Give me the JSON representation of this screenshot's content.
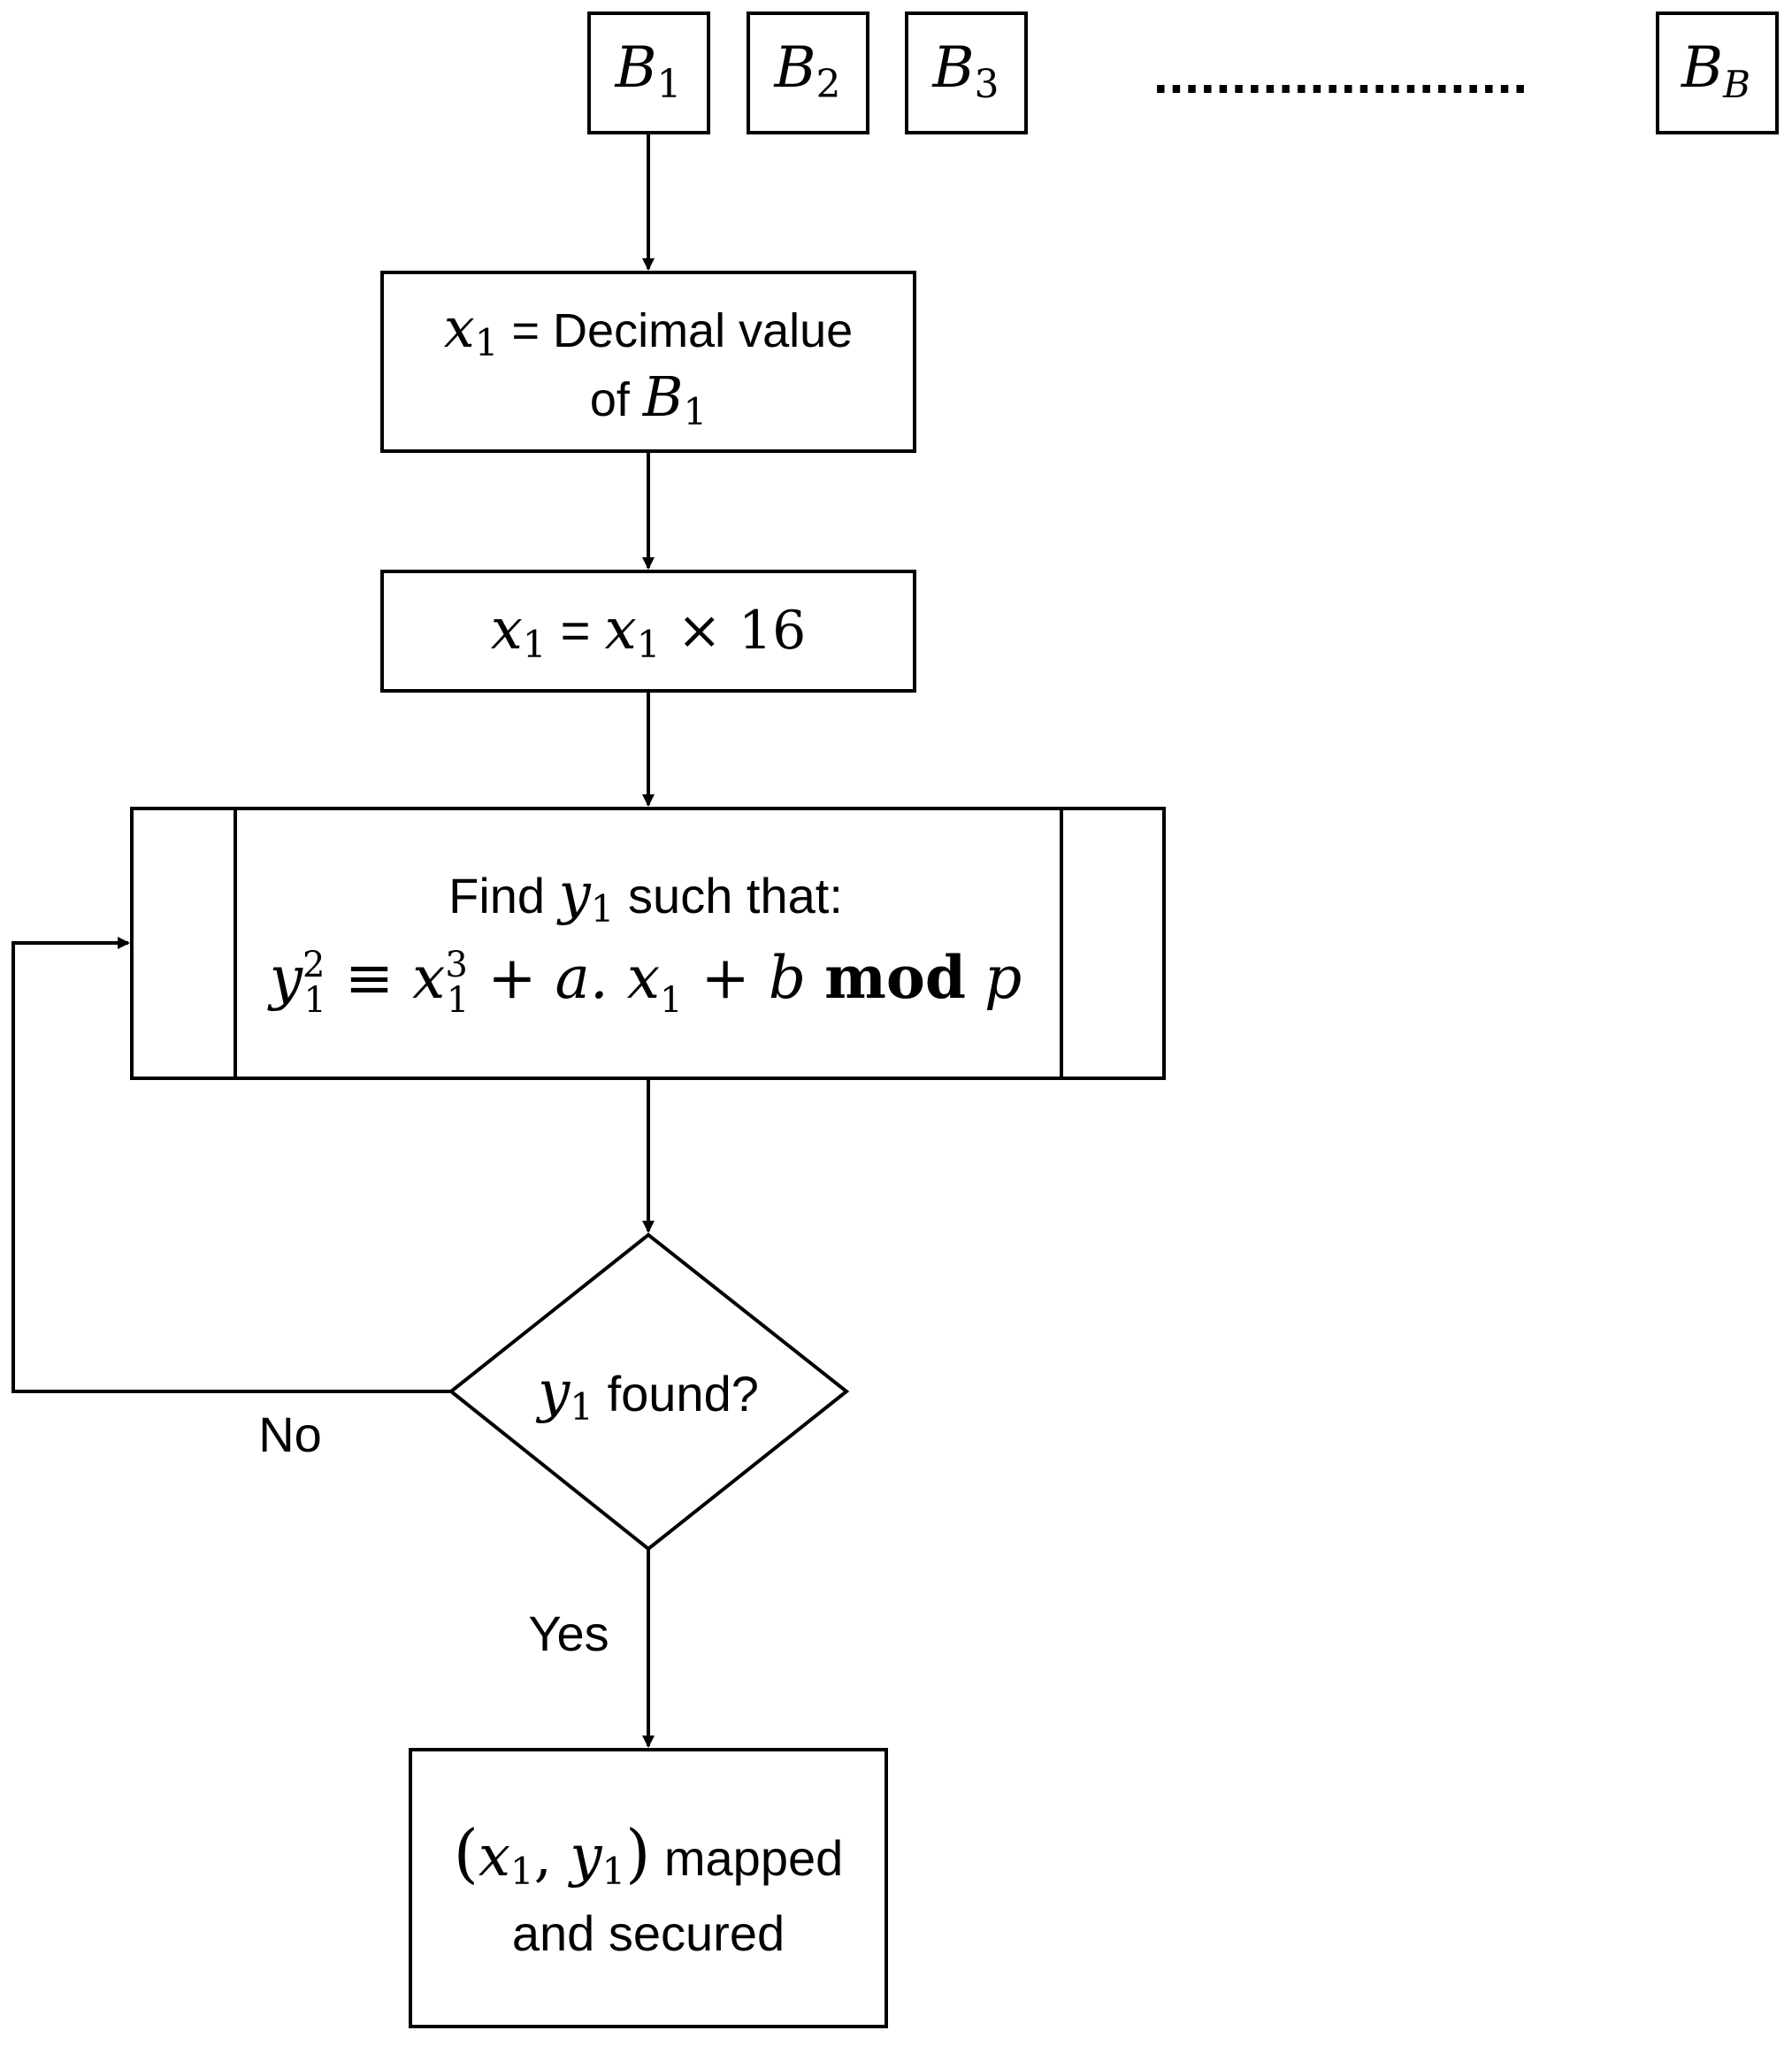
{
  "blocks": {
    "b1": {
      "base": "B",
      "sub": "1"
    },
    "b2": {
      "base": "B",
      "sub": "2"
    },
    "b3": {
      "base": "B",
      "sub": "3"
    },
    "ellipsis": "........................",
    "bb": {
      "base": "B",
      "sub": "B"
    }
  },
  "steps": {
    "decimal": {
      "var": "x",
      "var_sub": "1",
      "text1": " = Decimal value",
      "text2": "of ",
      "ref": "B",
      "ref_sub": "1"
    },
    "multiply": {
      "lhs": "x",
      "lhs_sub": "1",
      "eq": " = ",
      "rhs": "x",
      "rhs_sub": "1",
      "op": " × 16"
    },
    "find": {
      "line1_pre": "Find ",
      "var": "y",
      "var_sub": "1",
      "line1_post": " such that:",
      "eq_y": "y",
      "eq_y_sub": "1",
      "eq_y_sup": "2",
      "eq_equiv": " ≡ ",
      "eq_x": "x",
      "eq_x_sub": "1",
      "eq_x_sup": "3",
      "eq_plus_a": " + a. ",
      "eq_x2": "x",
      "eq_x2_sub": "1",
      "eq_plus_b": " + b ",
      "eq_mod": "mod",
      "eq_p": " p"
    },
    "decision": {
      "var": "y",
      "var_sub": "1",
      "text": " found?"
    },
    "result": {
      "open": "(",
      "x": "x",
      "x_sub": "1",
      "comma": ", ",
      "y": "y",
      "y_sub": "1",
      "close": ")",
      "text1": " mapped",
      "text2": "and secured"
    }
  },
  "edges": {
    "no_label": "No",
    "yes_label": "Yes"
  }
}
